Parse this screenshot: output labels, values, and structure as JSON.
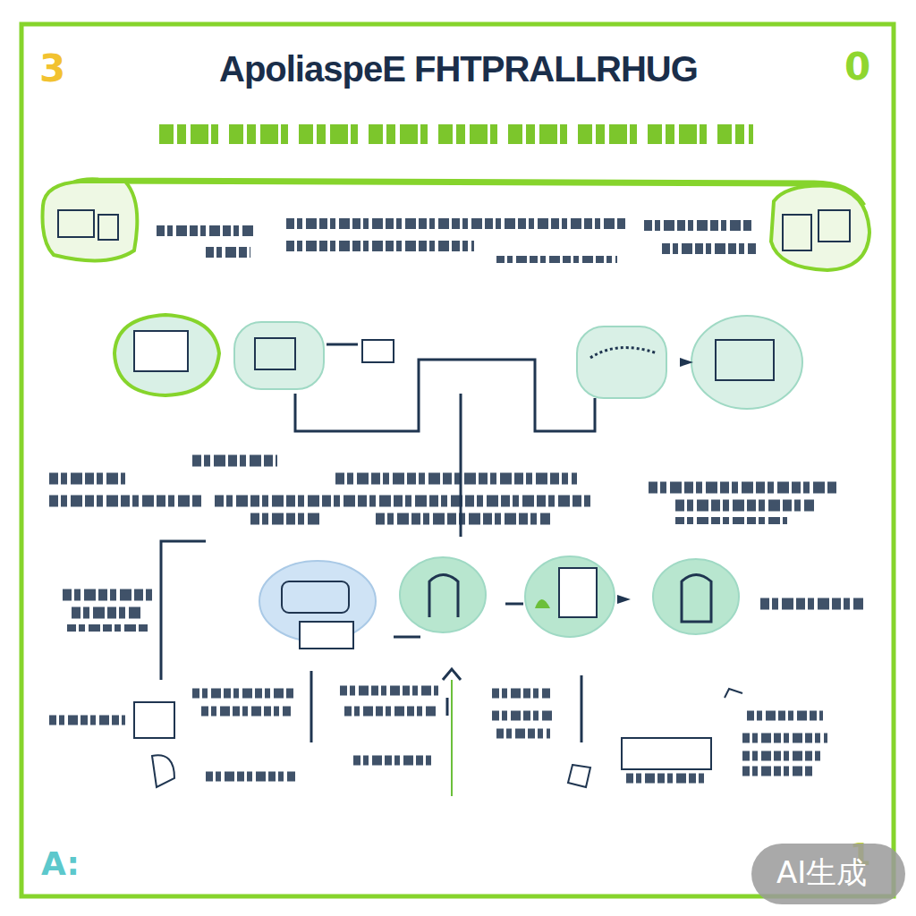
{
  "diagram": {
    "title": "ApoliaspeE FHTPRALLRHUG",
    "labels": [
      "3",
      "0",
      "A:",
      "1",
      "AI生成"
    ]
  }
}
